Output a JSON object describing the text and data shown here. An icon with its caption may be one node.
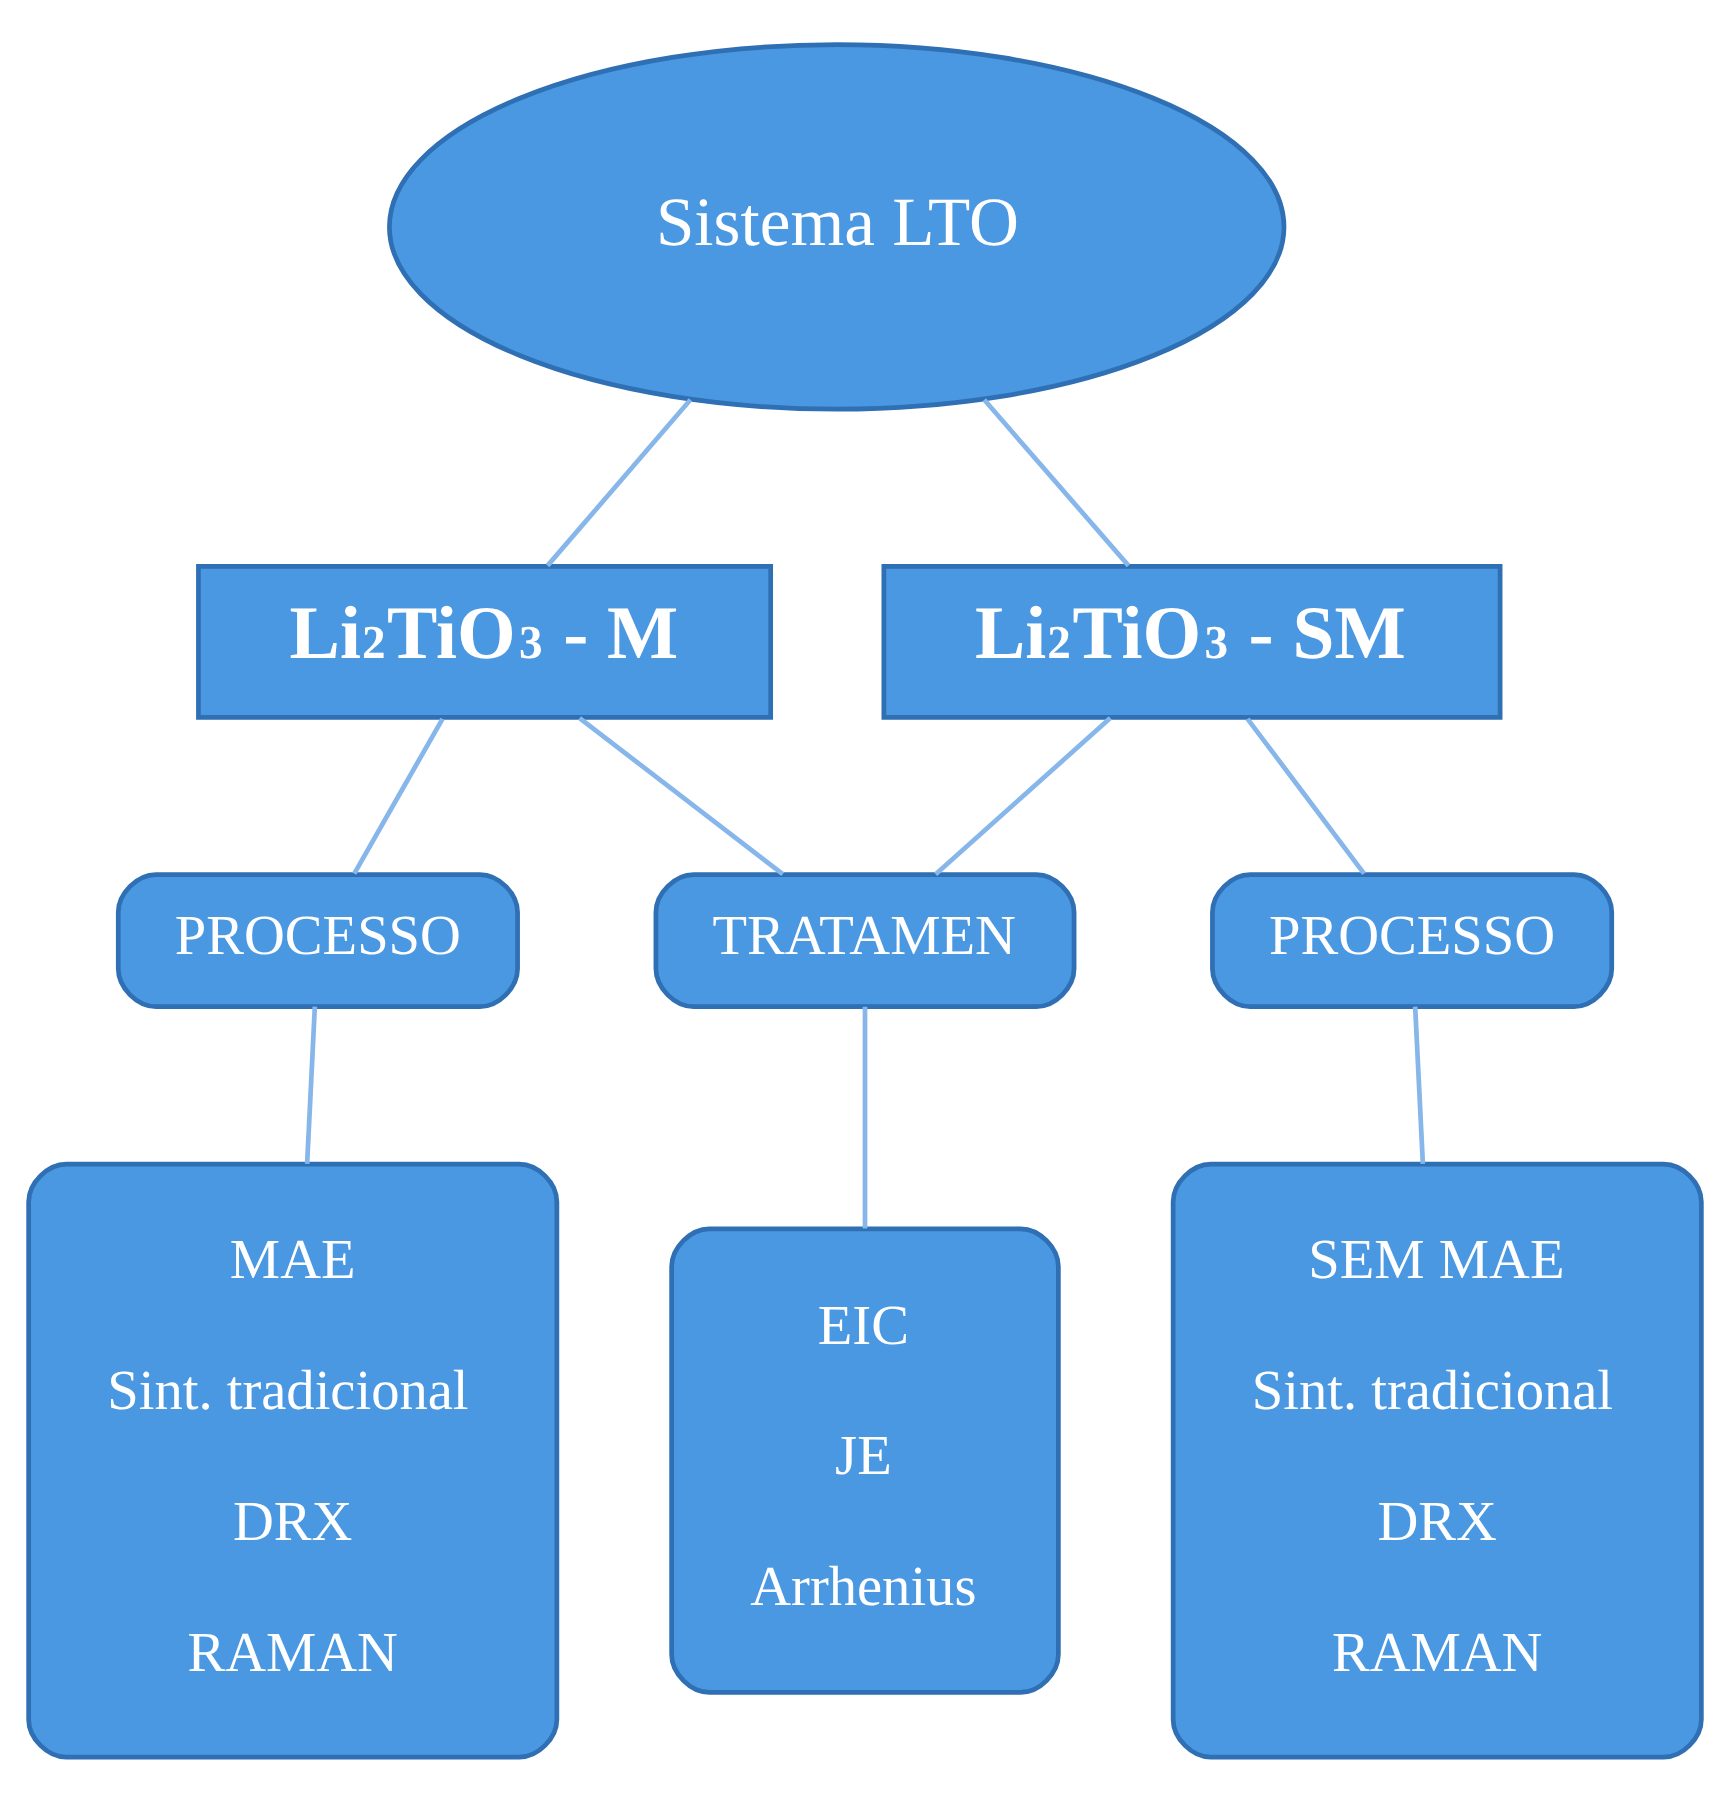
{
  "diagram": {
    "nodes": [
      {
        "text": [
          "Sistema LTO"
        ]
      },
      {
        "text": [
          "Li$_{2}$TiO$_{3}$ - M"
        ]
      },
      {
        "text": [
          "Li$_{2}$TiO$_{3}$ - SM"
        ]
      },
      {
        "text": [
          "PROCESSO"
        ]
      },
      {
        "text": [
          "TRATAMEN"
        ]
      },
      {
        "text": [
          "PROCESSO"
        ]
      },
      {
        "text": [
          "MAE",
          "Sint. tradicional",
          "DRX",
          "RAMAN"
        ]
      },
      {
        "text": [
          "EIC",
          "JE",
          "Arrhenius"
        ]
      },
      {
        "text": [
          "SEM MAE",
          "Sint. tradicional",
          "DRX",
          "RAMAN"
        ]
      }
    ],
    "edges": [
      {
        "from": 0,
        "to": 1,
        "arrow": "none"
      },
      {
        "from": 0,
        "to": 2,
        "arrow": "none"
      },
      {
        "from": 1,
        "to": 3,
        "arrow": "none"
      },
      {
        "from": 1,
        "to": 4,
        "arrow": "none"
      },
      {
        "from": 2,
        "to": 4,
        "arrow": "none"
      },
      {
        "from": 2,
        "to": 5,
        "arrow": "none"
      },
      {
        "from": 3,
        "to": 6,
        "arrow": "none"
      },
      {
        "from": 4,
        "to": 7,
        "arrow": "none"
      },
      {
        "from": 5,
        "to": 8,
        "arrow": "none"
      }
    ]
  }
}
